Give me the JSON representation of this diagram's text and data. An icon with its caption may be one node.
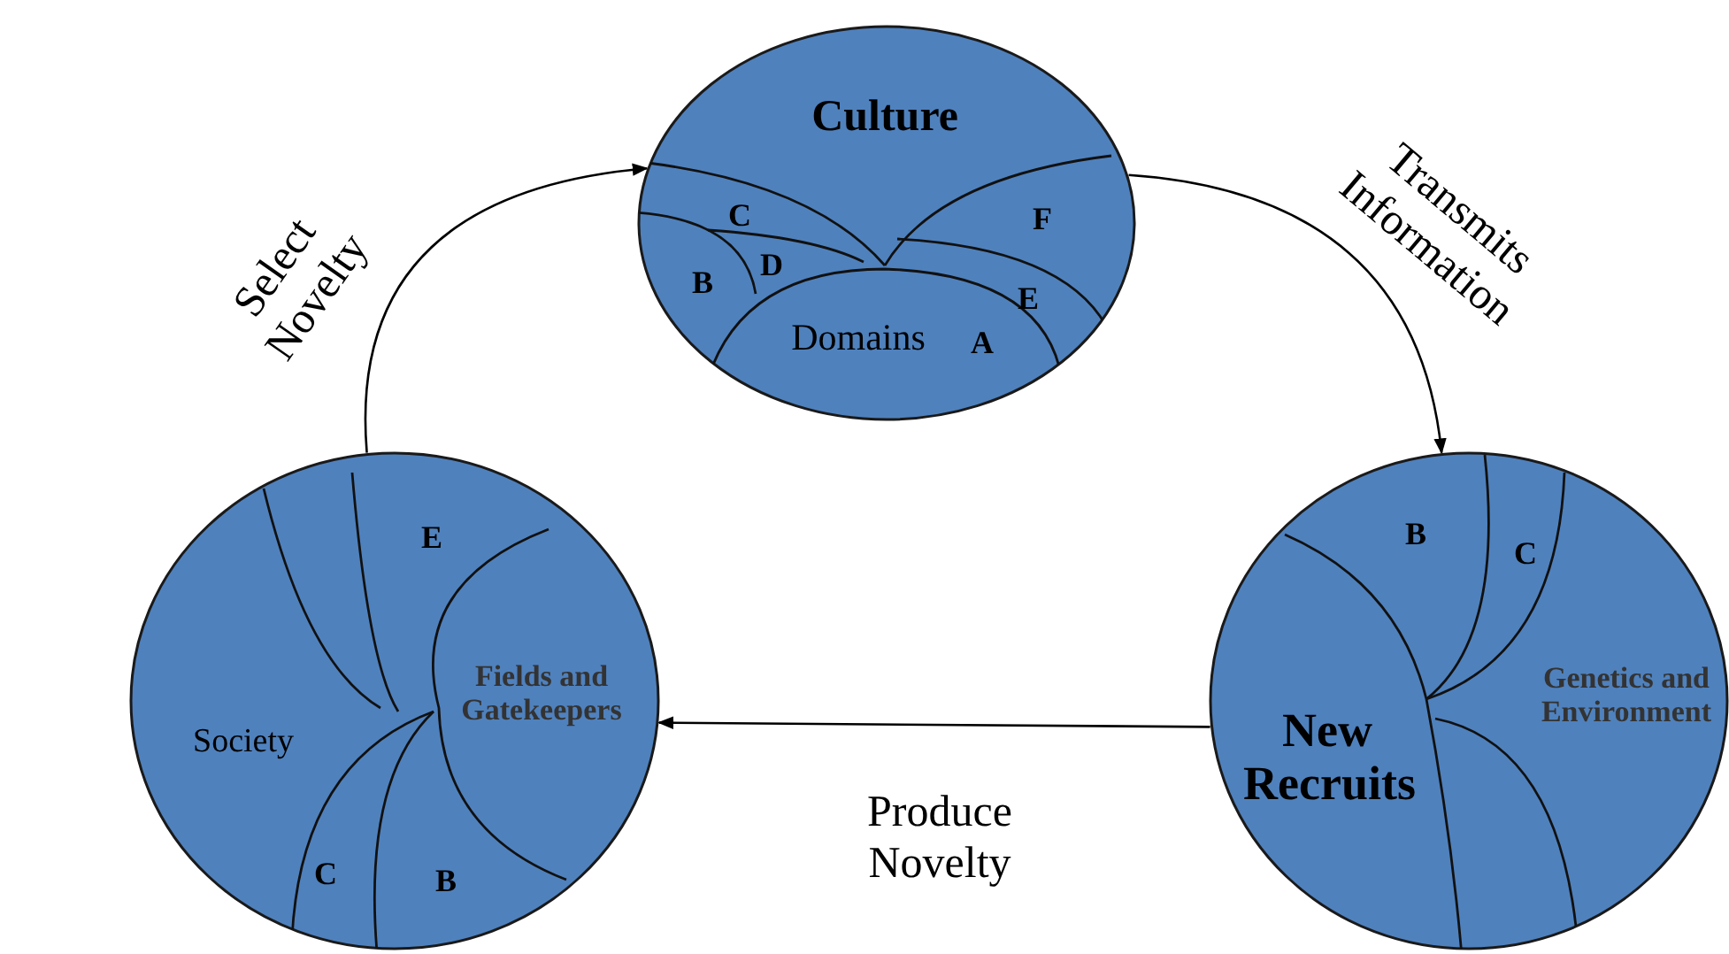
{
  "diagram": {
    "nodes": [
      {
        "text": [
          "Culture",
          "Domains"
        ]
      },
      {
        "text": [
          "New Recruits",
          "Genetics and Environment"
        ]
      },
      {
        "text": [
          "Society",
          "Fields and Gatekeepers"
        ]
      }
    ],
    "edges": [
      {
        "from": 0,
        "to": 1,
        "arrow": "to",
        "label": "Transmits Information"
      },
      {
        "from": 1,
        "to": 2,
        "arrow": "to",
        "label": "Produce Novelty"
      },
      {
        "from": 2,
        "to": 0,
        "arrow": "to",
        "label": "Select Novelty"
      }
    ],
    "labels": [
      "C",
      "F",
      "D",
      "B",
      "E",
      "A",
      "B",
      "C",
      "E",
      "C",
      "B"
    ]
  }
}
